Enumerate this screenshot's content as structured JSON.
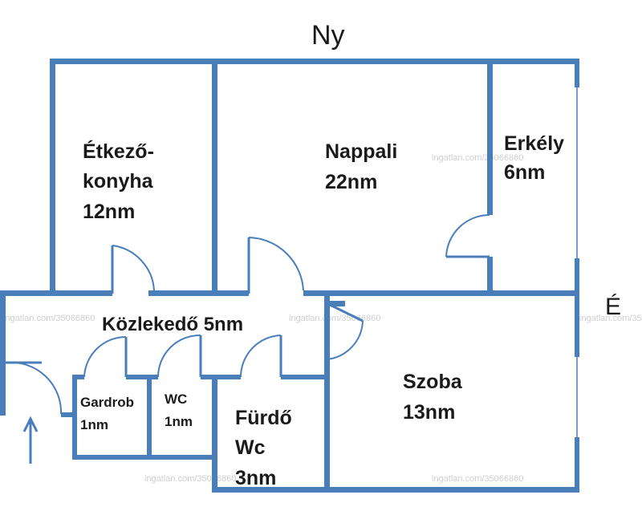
{
  "compass": {
    "west": "Ny",
    "north": "É"
  },
  "rooms": {
    "etkezo": {
      "line1": "Étkező-",
      "line2": "konyha",
      "area": "12nm"
    },
    "nappali": {
      "name": "Nappali",
      "area": "22nm"
    },
    "erkely": {
      "name": "Erkély",
      "area": "6nm"
    },
    "kozlekedo": {
      "label": "Közlekedő 5nm"
    },
    "gardrob": {
      "name": "Gardrob",
      "area": "1nm"
    },
    "wc": {
      "name": "WC",
      "area": "1nm"
    },
    "furdo": {
      "line1": "Fürdő",
      "line2": "Wc",
      "area": "3nm"
    },
    "szoba": {
      "name": "Szoba",
      "area": "13nm"
    }
  },
  "watermark": "ingatlan.com/35066860",
  "colors": {
    "wall": "#4a7ebb",
    "text": "#1a1a1a"
  },
  "icons": {
    "entrance": "up-arrow-icon"
  }
}
